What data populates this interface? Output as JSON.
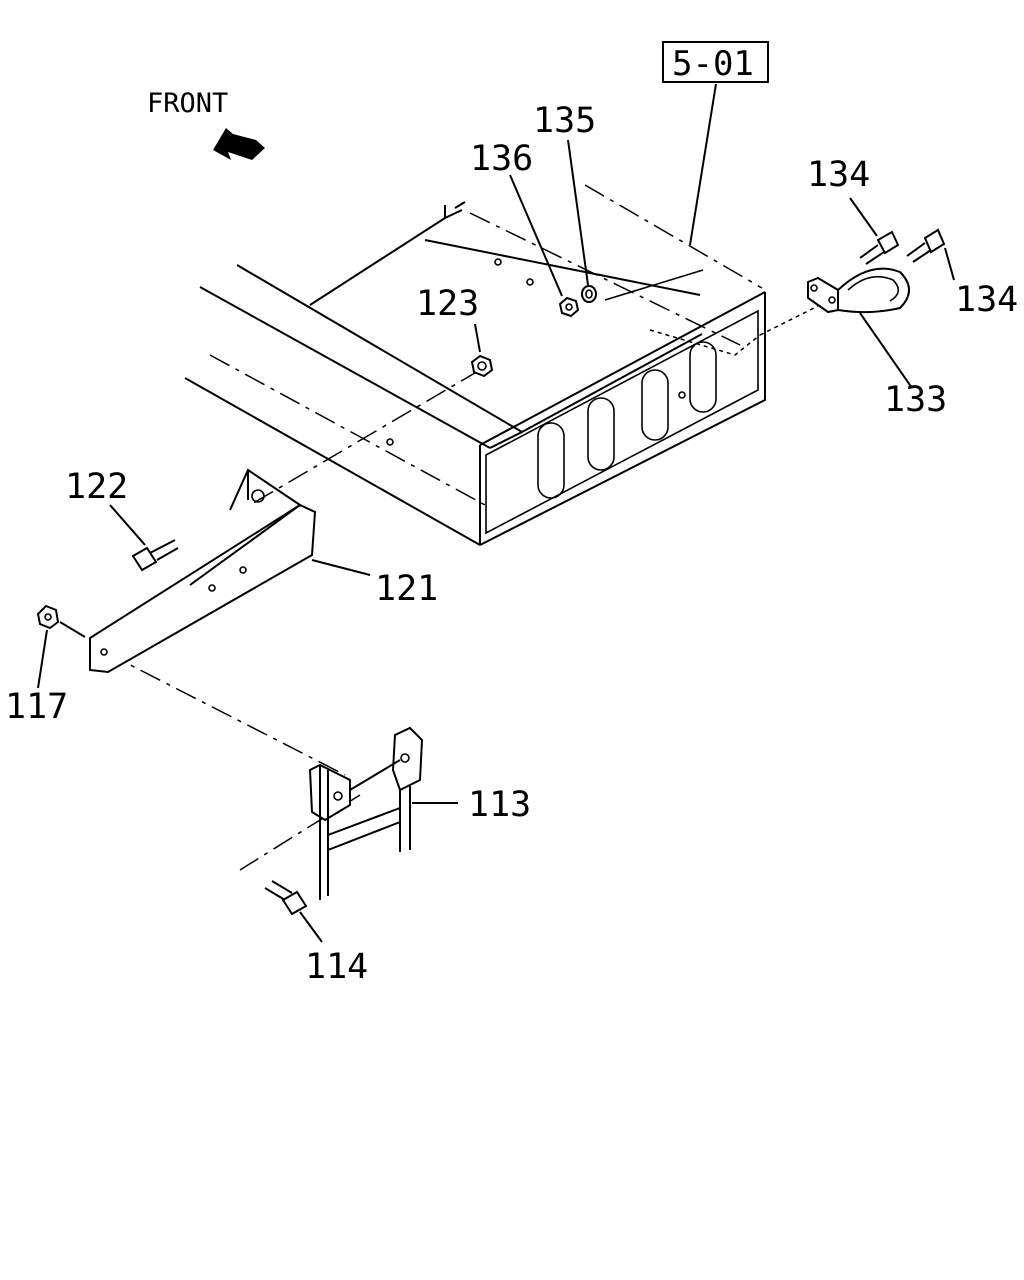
{
  "diagram": {
    "reference_box": "5-01",
    "front_label": "FRONT",
    "callouts": {
      "c113": "113",
      "c114": "114",
      "c117": "117",
      "c121": "121",
      "c122": "122",
      "c123": "123",
      "c133": "133",
      "c134_top": "134",
      "c134_right": "134",
      "c135": "135",
      "c136": "136"
    }
  }
}
